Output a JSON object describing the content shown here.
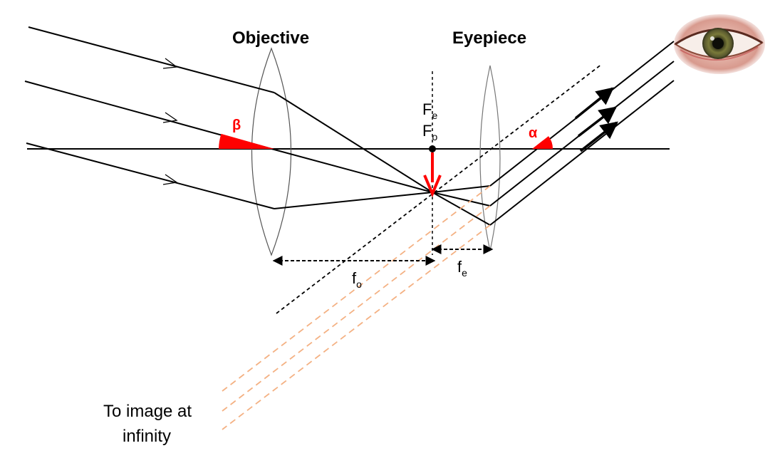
{
  "labels": {
    "objective": "Objective",
    "eyepiece": "Eyepiece",
    "beta": "β",
    "alpha": "α",
    "Fe_main": "F",
    "Fe_sub": "e",
    "Fo_main": "F",
    "Fo_sub": "o",
    "fo_main": "f",
    "fo_sub": "o",
    "fe_main": "f",
    "fe_sub": "e",
    "note_line1": "To image at",
    "note_line2": "infinity"
  },
  "colors": {
    "ray": "#000000",
    "angle": "#ff0000",
    "image_arrow": "#ff0000",
    "virtual_ray": "#f4b183",
    "lens": "#555555"
  },
  "icons": {
    "eye": "eye-icon"
  }
}
